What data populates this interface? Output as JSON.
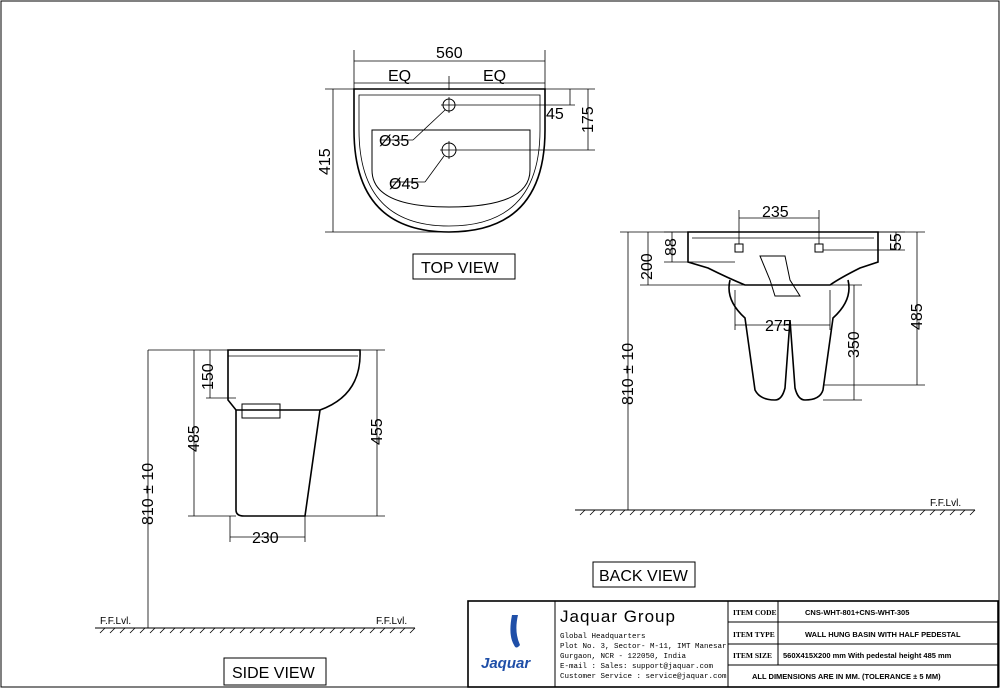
{
  "views": {
    "top": "TOP VIEW",
    "side": "SIDE VIEW",
    "back": "BACK VIEW"
  },
  "top_view": {
    "width": "560",
    "eq_left": "EQ",
    "eq_right": "EQ",
    "depth": "415",
    "hole_offset": "45",
    "hole_center": "175",
    "tap_hole": "Ø35",
    "waste_hole": "Ø45"
  },
  "side_view": {
    "floor_height": "810 ± 10",
    "pedestal_height": "485",
    "basin_top": "150",
    "overall": "455",
    "depth_bottom": "230",
    "floor_left": "F.F.Lvl.",
    "floor_right": "F.F.Lvl."
  },
  "back_view": {
    "fixing_centers": "235",
    "left_hole": "88",
    "right_hole": "55",
    "basin_depth": "200",
    "bracket_centers": "275",
    "floor_height": "810 ± 10",
    "pedestal_height": "350",
    "overall_right": "485",
    "floor": "F.F.Lvl."
  },
  "title_block": {
    "company": "Jaquar Group",
    "brand": "Jaquar",
    "address_lines": [
      "Global Headquarters",
      "Plot No. 3, Sector- M-11, IMT Manesar",
      "Gurgaon, NCR - 122050, India",
      "E-mail : Sales: support@jaquar.com",
      "Customer Service : service@jaquar.com"
    ],
    "item_code_label": "ITEM CODE",
    "item_code": "CNS-WHT-801+CNS-WHT-305",
    "item_type_label": "ITEM TYPE",
    "item_type": "WALL HUNG BASIN WITH HALF PEDESTAL",
    "item_size_label": "ITEM SIZE",
    "item_size": "560X415X200 mm With pedestal height 485 mm",
    "note": "ALL DIMENSIONS ARE IN MM. (TOLERANCE ± 5 MM)"
  },
  "colors": {
    "brand_blue": "#1f4fa8"
  }
}
